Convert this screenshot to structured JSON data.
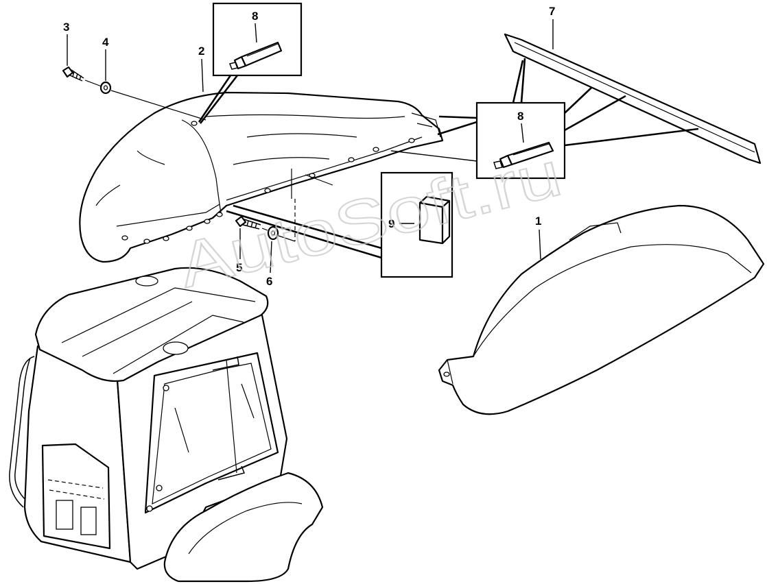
{
  "callouts": {
    "c1": "1",
    "c2": "2",
    "c3": "3",
    "c4": "4",
    "c5": "5",
    "c6": "6",
    "c7": "7",
    "c8a": "8",
    "c8b": "8",
    "c9": "9"
  },
  "watermark": "AutoSoft.ru",
  "colors": {
    "line": "#000000",
    "background": "#ffffff",
    "watermark": "#c8c8c8"
  }
}
